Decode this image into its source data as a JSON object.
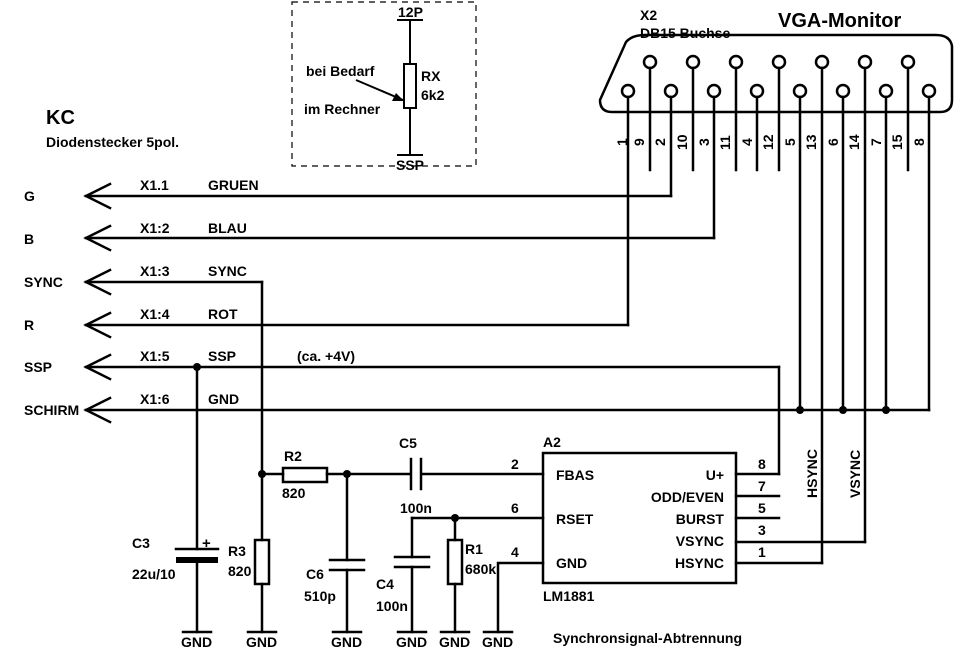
{
  "title": "VGA-Monitor",
  "connector": {
    "ref": "X2",
    "name": "DB15 Buchse",
    "pins": [
      "1",
      "9",
      "2",
      "10",
      "3",
      "11",
      "4",
      "12",
      "5",
      "13",
      "6",
      "14",
      "7",
      "15",
      "8"
    ]
  },
  "kc": {
    "title": "KC",
    "subtitle": "Diodenstecker 5pol."
  },
  "inset": {
    "top": "12P",
    "bottom": "SSP",
    "ref": "RX",
    "value": "6k2",
    "note1": "bei Bedarf",
    "note2": "im Rechner"
  },
  "signals": [
    {
      "name": "G",
      "pin": "X1.1",
      "label": "GRUEN"
    },
    {
      "name": "B",
      "pin": "X1:2",
      "label": "BLAU"
    },
    {
      "name": "SYNC",
      "pin": "X1:3",
      "label": "SYNC"
    },
    {
      "name": "R",
      "pin": "X1:4",
      "label": "ROT"
    },
    {
      "name": "SSP",
      "pin": "X1:5",
      "label": "SSP",
      "note": "(ca. +4V)"
    },
    {
      "name": "SCHIRM",
      "pin": "X1:6",
      "label": "GND"
    }
  ],
  "ic": {
    "ref": "A2",
    "part": "LM1881",
    "left_pins": [
      {
        "num": "2",
        "name": "FBAS"
      },
      {
        "num": "6",
        "name": "RSET"
      },
      {
        "num": "4",
        "name": "GND"
      }
    ],
    "right_pins": [
      {
        "num": "8",
        "name": "U+"
      },
      {
        "num": "7",
        "name": "ODD/EVEN"
      },
      {
        "num": "5",
        "name": "BURST"
      },
      {
        "num": "3",
        "name": "VSYNC"
      },
      {
        "num": "1",
        "name": "HSYNC"
      }
    ]
  },
  "components": {
    "r2": {
      "ref": "R2",
      "value": "820"
    },
    "r3": {
      "ref": "R3",
      "value": "820"
    },
    "r1": {
      "ref": "R1",
      "value": "680k"
    },
    "c3": {
      "ref": "C3",
      "value": "22u/10",
      "polarity": "+"
    },
    "c5": {
      "ref": "C5",
      "value": "100n"
    },
    "c6": {
      "ref": "C6",
      "value": "510p"
    },
    "c4": {
      "ref": "C4",
      "value": "100n"
    }
  },
  "net_labels": {
    "hsync": "HSYNC",
    "vsync": "VSYNC"
  },
  "gnd_label": "GND",
  "caption": "Synchronsignal-Abtrennung"
}
